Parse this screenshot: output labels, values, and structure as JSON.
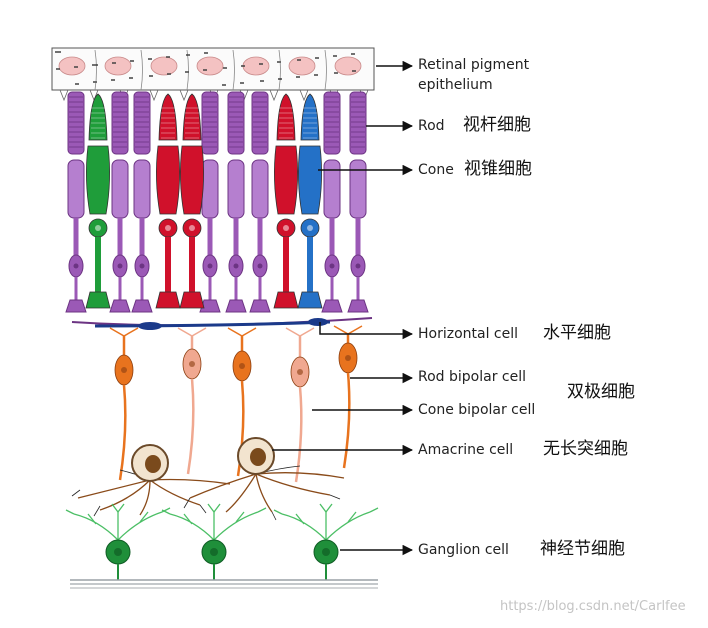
{
  "labels": {
    "rpe_line1": "Retinal pigment",
    "rpe_line2": "epithelium",
    "rod_en": "Rod",
    "rod_cn": "视杆细胞",
    "cone_en": "Cone",
    "cone_cn": "视锥细胞",
    "horizontal_en": "Horizontal cell",
    "horizontal_cn": "水平细胞",
    "rod_bipolar_en": "Rod bipolar cell",
    "bipolar_cn": "双极细胞",
    "cone_bipolar_en": "Cone bipolar cell",
    "amacrine_en": "Amacrine cell",
    "amacrine_cn": "无长突细胞",
    "ganglion_en": "Ganglion cell",
    "ganglion_cn": "神经节细胞"
  },
  "watermark": "https://blog.csdn.net/Carlfee",
  "colors": {
    "rod": "#9b59b6",
    "rod_dark": "#6c3483",
    "cone_red": "#d0112b",
    "cone_green": "#1f9d3a",
    "cone_blue": "#2471c7",
    "bipolar_orange": "#e8731e",
    "bipolar_pale": "#f0a890",
    "amacrine": "#8a4b1a",
    "ganglion": "#1f8f3a",
    "rpe_cell": "#f4c2c2"
  }
}
